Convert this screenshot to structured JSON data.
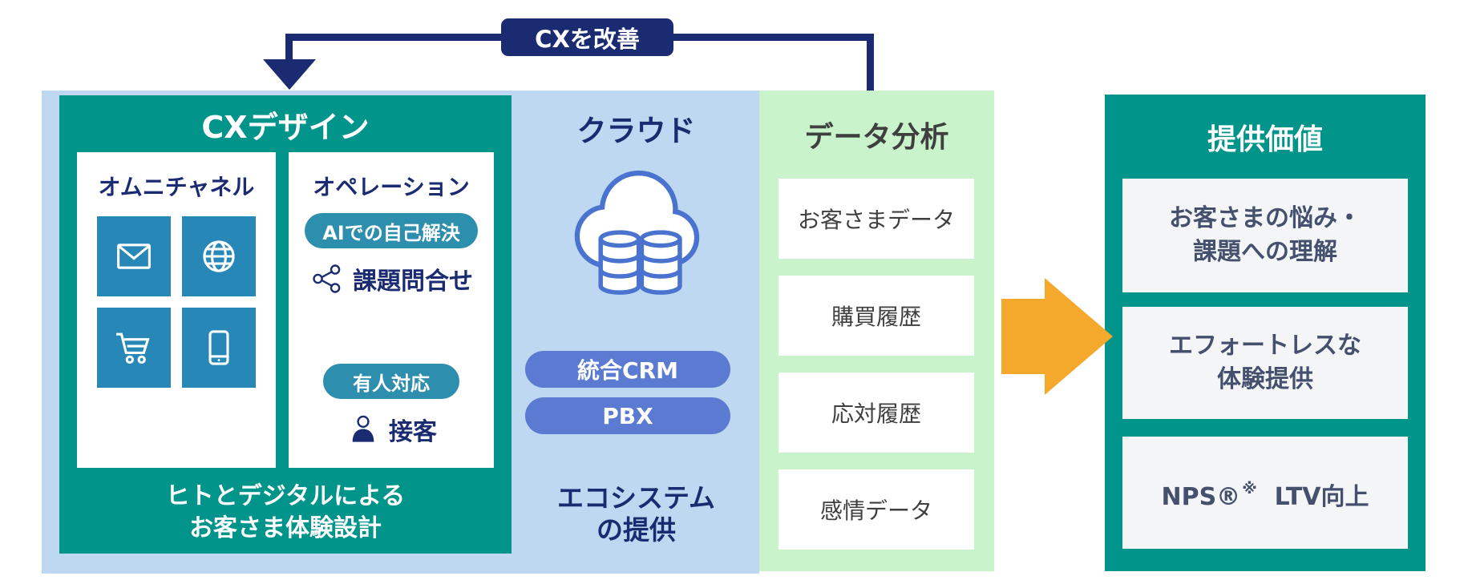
{
  "loop": {
    "label": "CXを改善"
  },
  "cx_design": {
    "title": "CXデザイン",
    "omnichannel": {
      "title": "オムニチャネル",
      "icons": [
        "mail-icon",
        "globe-icon",
        "cart-icon",
        "smartphone-icon"
      ]
    },
    "operation": {
      "title": "オペレーション",
      "pill_ai": "AIでの自己解決",
      "issue_label": "課題問合せ",
      "issue_icon": "share-icon",
      "pill_manned": "有人対応",
      "service_label": "接客",
      "service_icon": "person-icon"
    },
    "caption_line1": "ヒトとデジタルによる",
    "caption_line2": "お客さま体験設計"
  },
  "cloud": {
    "title": "クラウド",
    "icon": "cloud-database-icon",
    "pill_crm": "統合CRM",
    "pill_pbx": "PBX",
    "caption_line1": "エコシステム",
    "caption_line2": "の提供"
  },
  "analysis": {
    "title": "データ分析",
    "boxes": [
      "お客さまデータ",
      "購買履歴",
      "応対履歴",
      "感情データ"
    ]
  },
  "value": {
    "title": "提供価値",
    "box1_line1": "お客さまの悩み・",
    "box1_line2": "課題への理解",
    "box2_line1": "エフォートレスな",
    "box2_line2": "体験提供",
    "box3_main": "NPS®",
    "box3_note": "※",
    "box3_rest": "LTV向上"
  },
  "colors": {
    "navy": "#1b2b72",
    "teal": "#00948a",
    "light_blue": "#bdd8f0",
    "light_green": "#c9f4cb",
    "tile_blue": "#2787b7",
    "pill_teal": "#2e8eae",
    "pill_indigo": "#5b7ad2",
    "orange": "#f4a82c",
    "gray_text": "#3f3f3f",
    "slate_text": "#44506e"
  }
}
